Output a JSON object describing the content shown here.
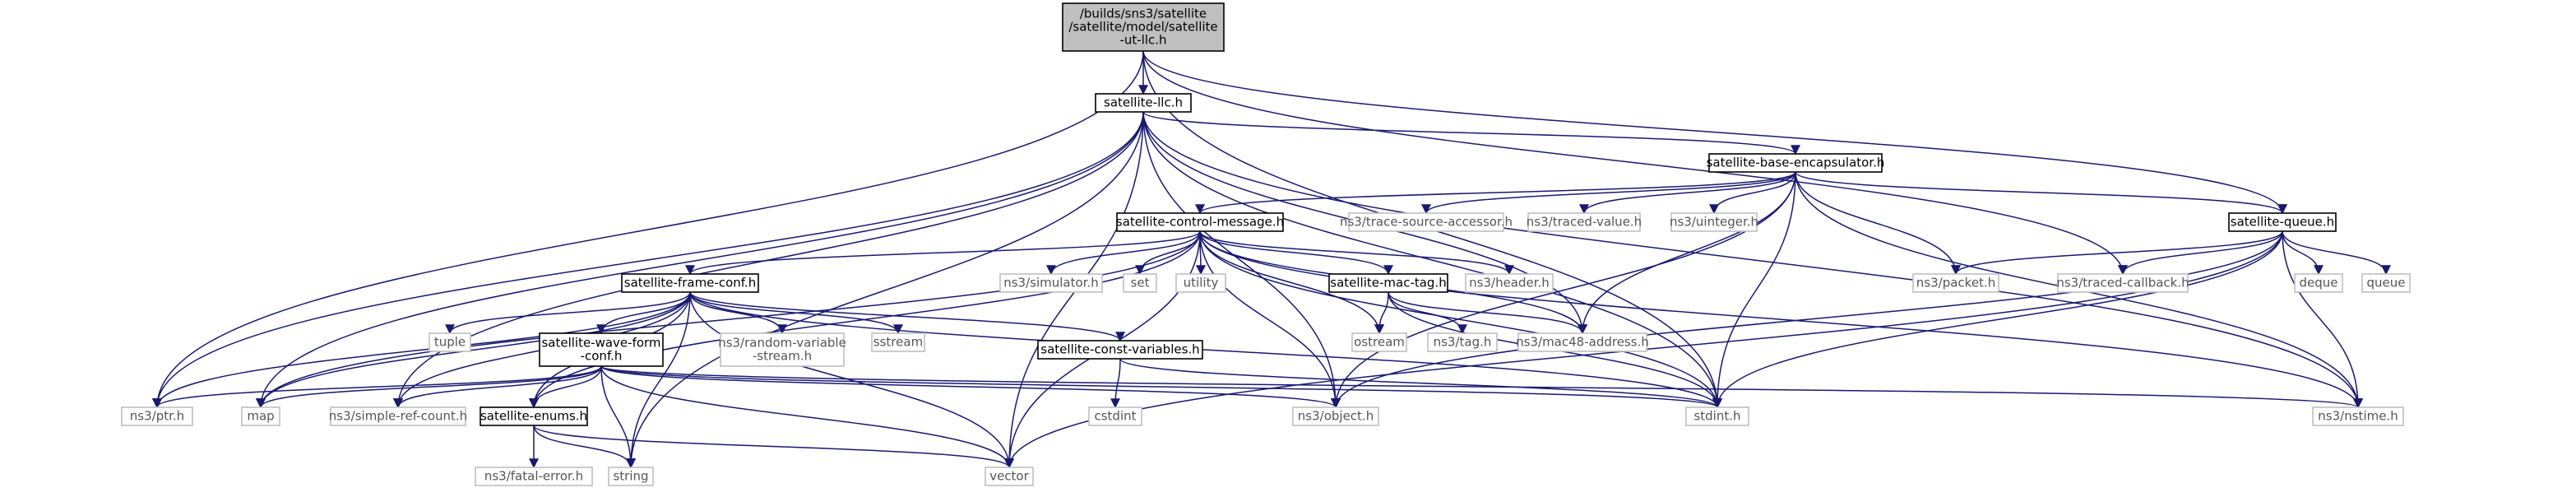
{
  "graph": {
    "nodes": [
      {
        "id": "root",
        "lines": [
          "/builds/sns3/satellite",
          "/satellite/model/satellite",
          "-ut-llc.h"
        ],
        "style": "root"
      },
      {
        "id": "llc",
        "lines": [
          "satellite-llc.h"
        ],
        "style": "main"
      },
      {
        "id": "base-encap",
        "lines": [
          "satellite-base-encapsulator.h"
        ],
        "style": "main"
      },
      {
        "id": "control-msg",
        "lines": [
          "satellite-control-message.h"
        ],
        "style": "main"
      },
      {
        "id": "queue",
        "lines": [
          "satellite-queue.h"
        ],
        "style": "main"
      },
      {
        "id": "frame-conf",
        "lines": [
          "satellite-frame-conf.h"
        ],
        "style": "main"
      },
      {
        "id": "mac-tag",
        "lines": [
          "satellite-mac-tag.h"
        ],
        "style": "main"
      },
      {
        "id": "wave-form",
        "lines": [
          "satellite-wave-form",
          "-conf.h"
        ],
        "style": "main"
      },
      {
        "id": "const-vars",
        "lines": [
          "satellite-const-variables.h"
        ],
        "style": "main"
      },
      {
        "id": "enums",
        "lines": [
          "satellite-enums.h"
        ],
        "style": "main"
      },
      {
        "id": "trace-source",
        "lines": [
          "ns3/trace-source-accessor.h"
        ],
        "style": "ext"
      },
      {
        "id": "traced-value",
        "lines": [
          "ns3/traced-value.h"
        ],
        "style": "ext"
      },
      {
        "id": "uinteger",
        "lines": [
          "ns3/uinteger.h"
        ],
        "style": "ext"
      },
      {
        "id": "simulator",
        "lines": [
          "ns3/simulator.h"
        ],
        "style": "ext"
      },
      {
        "id": "set",
        "lines": [
          "set"
        ],
        "style": "ext"
      },
      {
        "id": "utility",
        "lines": [
          "utility"
        ],
        "style": "ext"
      },
      {
        "id": "header",
        "lines": [
          "ns3/header.h"
        ],
        "style": "ext"
      },
      {
        "id": "packet",
        "lines": [
          "ns3/packet.h"
        ],
        "style": "ext"
      },
      {
        "id": "traced-callback",
        "lines": [
          "ns3/traced-callback.h"
        ],
        "style": "ext"
      },
      {
        "id": "deque",
        "lines": [
          "deque"
        ],
        "style": "ext"
      },
      {
        "id": "queue-std",
        "lines": [
          "queue"
        ],
        "style": "ext"
      },
      {
        "id": "tuple",
        "lines": [
          "tuple"
        ],
        "style": "ext"
      },
      {
        "id": "random-var",
        "lines": [
          "ns3/random-variable",
          "-stream.h"
        ],
        "style": "ext"
      },
      {
        "id": "sstream",
        "lines": [
          "sstream"
        ],
        "style": "ext"
      },
      {
        "id": "ostream",
        "lines": [
          "ostream"
        ],
        "style": "ext"
      },
      {
        "id": "tag",
        "lines": [
          "ns3/tag.h"
        ],
        "style": "ext"
      },
      {
        "id": "mac48",
        "lines": [
          "ns3/mac48-address.h"
        ],
        "style": "ext"
      },
      {
        "id": "ptr",
        "lines": [
          "ns3/ptr.h"
        ],
        "style": "ext"
      },
      {
        "id": "map",
        "lines": [
          "map"
        ],
        "style": "ext"
      },
      {
        "id": "simple-ref",
        "lines": [
          "ns3/simple-ref-count.h"
        ],
        "style": "ext"
      },
      {
        "id": "object",
        "lines": [
          "ns3/object.h"
        ],
        "style": "ext"
      },
      {
        "id": "stdint",
        "lines": [
          "stdint.h"
        ],
        "style": "ext"
      },
      {
        "id": "nstime",
        "lines": [
          "ns3/nstime.h"
        ],
        "style": "ext"
      },
      {
        "id": "cstdint",
        "lines": [
          "cstdint"
        ],
        "style": "ext"
      },
      {
        "id": "fatal-error",
        "lines": [
          "ns3/fatal-error.h"
        ],
        "style": "ext"
      },
      {
        "id": "string",
        "lines": [
          "string"
        ],
        "style": "ext"
      },
      {
        "id": "vector",
        "lines": [
          "vector"
        ],
        "style": "ext"
      }
    ],
    "edges": [
      [
        "root",
        "llc"
      ],
      [
        "root",
        "ptr"
      ],
      [
        "root",
        "traced-callback"
      ],
      [
        "root",
        "queue"
      ],
      [
        "root",
        "stdint"
      ],
      [
        "llc",
        "base-encap"
      ],
      [
        "llc",
        "map"
      ],
      [
        "llc",
        "ptr"
      ],
      [
        "llc",
        "simple-ref"
      ],
      [
        "llc",
        "object"
      ],
      [
        "llc",
        "stdint"
      ],
      [
        "llc",
        "mac48"
      ],
      [
        "llc",
        "nstime"
      ],
      [
        "llc",
        "string"
      ],
      [
        "llc",
        "vector"
      ],
      [
        "base-encap",
        "control-msg"
      ],
      [
        "base-encap",
        "trace-source"
      ],
      [
        "base-encap",
        "traced-value"
      ],
      [
        "base-encap",
        "uinteger"
      ],
      [
        "base-encap",
        "queue"
      ],
      [
        "base-encap",
        "packet"
      ],
      [
        "base-encap",
        "mac48"
      ],
      [
        "base-encap",
        "object"
      ],
      [
        "base-encap",
        "stdint"
      ],
      [
        "base-encap",
        "nstime"
      ],
      [
        "control-msg",
        "frame-conf"
      ],
      [
        "control-msg",
        "simulator"
      ],
      [
        "control-msg",
        "set"
      ],
      [
        "control-msg",
        "utility"
      ],
      [
        "control-msg",
        "mac-tag"
      ],
      [
        "control-msg",
        "header"
      ],
      [
        "control-msg",
        "ostream"
      ],
      [
        "control-msg",
        "mac48"
      ],
      [
        "control-msg",
        "object"
      ],
      [
        "control-msg",
        "stdint"
      ],
      [
        "control-msg",
        "vector"
      ],
      [
        "control-msg",
        "map"
      ],
      [
        "control-msg",
        "enums"
      ],
      [
        "control-msg",
        "nstime"
      ],
      [
        "queue",
        "packet"
      ],
      [
        "queue",
        "traced-callback"
      ],
      [
        "queue",
        "deque"
      ],
      [
        "queue",
        "queue-std"
      ],
      [
        "queue",
        "nstime"
      ],
      [
        "queue",
        "stdint"
      ],
      [
        "queue",
        "object"
      ],
      [
        "queue",
        "vector"
      ],
      [
        "frame-conf",
        "wave-form"
      ],
      [
        "frame-conf",
        "const-vars"
      ],
      [
        "frame-conf",
        "tuple"
      ],
      [
        "frame-conf",
        "random-var"
      ],
      [
        "frame-conf",
        "sstream"
      ],
      [
        "frame-conf",
        "ptr"
      ],
      [
        "frame-conf",
        "map"
      ],
      [
        "frame-conf",
        "simple-ref"
      ],
      [
        "frame-conf",
        "enums"
      ],
      [
        "frame-conf",
        "string"
      ],
      [
        "frame-conf",
        "vector"
      ],
      [
        "frame-conf",
        "stdint"
      ],
      [
        "mac-tag",
        "ostream"
      ],
      [
        "mac-tag",
        "tag"
      ],
      [
        "mac-tag",
        "mac48"
      ],
      [
        "mac-tag",
        "stdint"
      ],
      [
        "wave-form",
        "enums"
      ],
      [
        "wave-form",
        "ptr"
      ],
      [
        "wave-form",
        "map"
      ],
      [
        "wave-form",
        "simple-ref"
      ],
      [
        "wave-form",
        "object"
      ],
      [
        "wave-form",
        "stdint"
      ],
      [
        "wave-form",
        "nstime"
      ],
      [
        "wave-form",
        "string"
      ],
      [
        "wave-form",
        "vector"
      ],
      [
        "const-vars",
        "cstdint"
      ],
      [
        "const-vars",
        "stdint"
      ],
      [
        "enums",
        "fatal-error"
      ],
      [
        "enums",
        "string"
      ],
      [
        "enums",
        "vector"
      ]
    ],
    "colors": {
      "root_fill": "#bfbfbf",
      "main_fill": "#ffffff",
      "main_stroke": "#000000",
      "ext_fill": "#ffffff",
      "ext_stroke": "#bfbfbf",
      "ext_text": "#555555",
      "edge": "#191970"
    }
  }
}
